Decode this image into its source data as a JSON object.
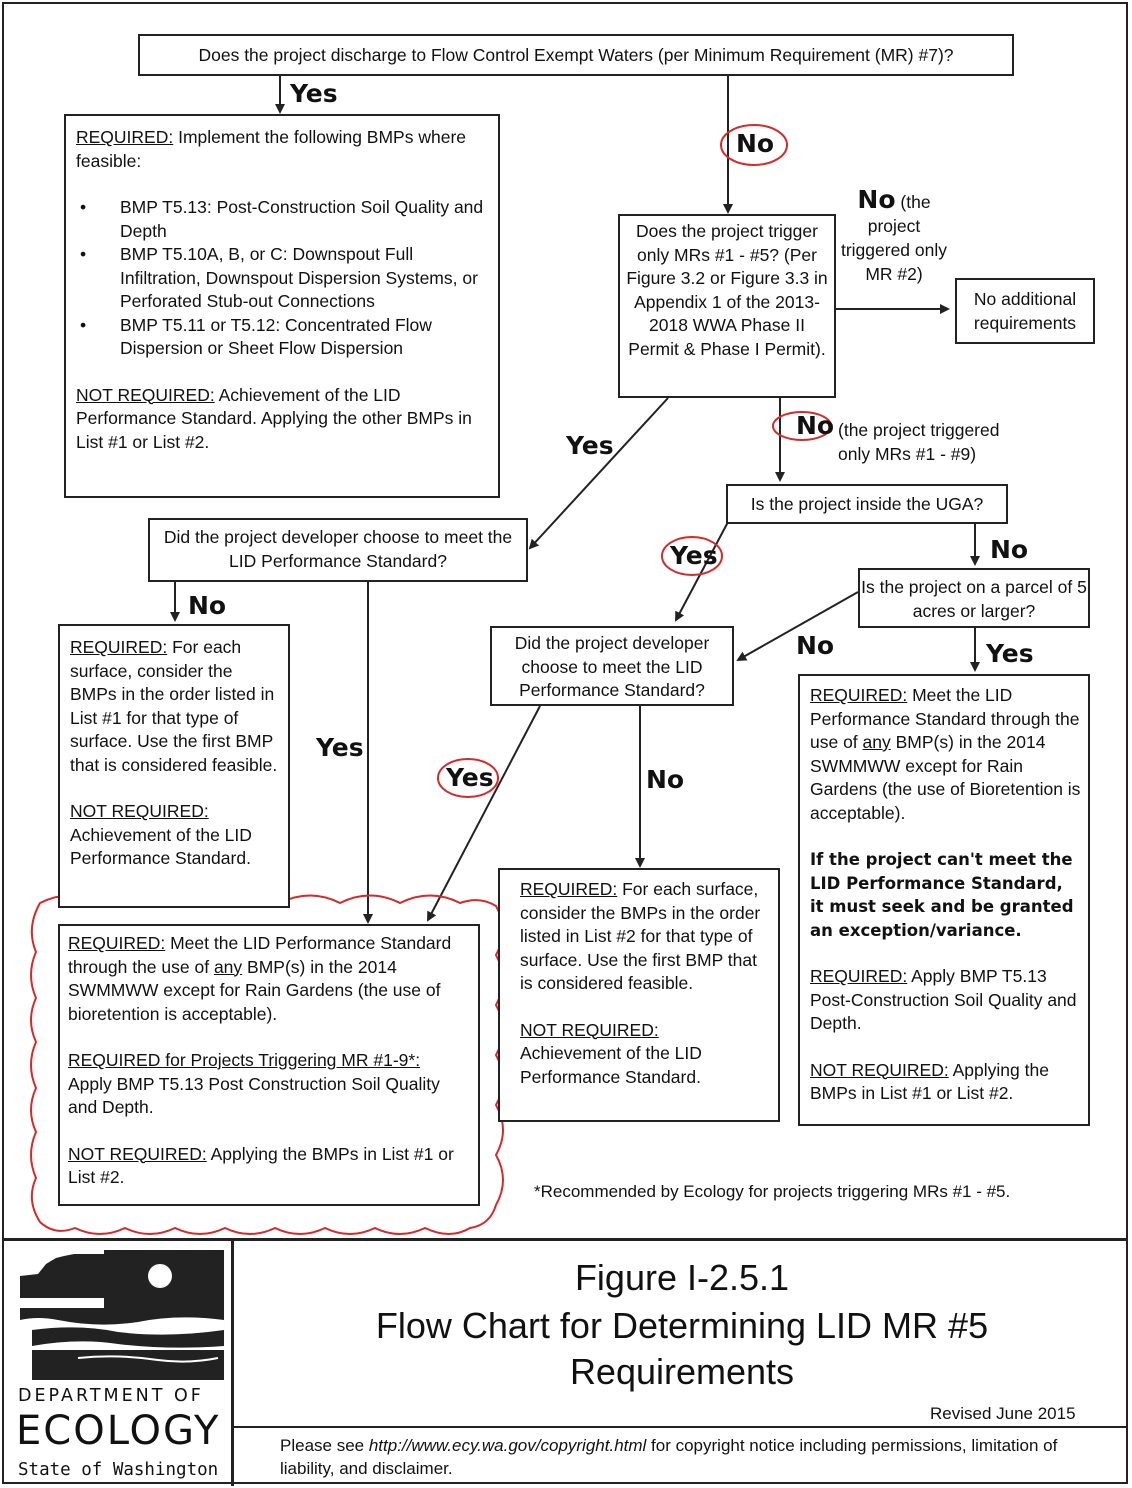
{
  "q1": "Does the project discharge to Flow Control Exempt Waters (per Minimum Requirement (MR) #7)?",
  "labels": {
    "yes1": "Yes",
    "no1": "No",
    "no2_bold": "No",
    "no2_rest": "(the project triggered only MR #2)",
    "no3": "No",
    "no3_rest": "(the project triggered only MRs #1 - #9)",
    "yes2": "Yes",
    "yes_uga": "Yes",
    "no_uga": "No",
    "no_dev1": "No",
    "yes_dev1": "Yes",
    "no_parcel": "No",
    "yes_parcel": "Yes",
    "yes_dev2": "Yes",
    "no_dev2": "No"
  },
  "box_exempt": {
    "req_label": "REQUIRED:",
    "req_text": " Implement the following BMPs where feasible:",
    "bullets": [
      "BMP T5.13: Post-Construction Soil Quality and Depth",
      "BMP T5.10A, B, or C: Downspout Full Infiltration, Downspout Dispersion Systems, or Perforated Stub-out Connections",
      "BMP T5.11 or T5.12: Concentrated Flow Dispersion or Sheet Flow Dispersion"
    ],
    "notreq_label": "NOT REQUIRED:",
    "notreq_text": " Achievement of the LID Performance Standard. Applying the other BMPs in List #1 or List #2."
  },
  "q2": "Does the project trigger only MRs #1 - #5? (Per Figure 3.2 or Figure 3.3 in Appendix 1 of the 2013-2018 WWA Phase II Permit & Phase I Permit).",
  "no_additional": "No additional requirements",
  "q_uga": "Is the project inside the UGA?",
  "q_dev1": "Did the project developer choose to meet the LID Performance Standard?",
  "q_parcel": "Is the project on a parcel of 5 acres or larger?",
  "q_dev2": "Did the project developer choose to meet the LID Performance Standard?",
  "box_list1": {
    "req_label": "REQUIRED:",
    "req_text": " For each surface, consider the BMPs in the order listed in List #1 for that type of surface. Use the first BMP that is considered feasible.",
    "notreq_label": "NOT REQUIRED:",
    "notreq_text": "Achievement of the LID Performance Standard."
  },
  "box_meet": {
    "req_label": "REQUIRED:",
    "req_a": " Meet the LID Performance Standard through the use of ",
    "req_any": "any",
    "req_b": " BMP(s) in the 2014 SWMMWW except for Rain Gardens (the use of bioretention is acceptable).",
    "req2_label": "REQUIRED for Projects Triggering MR #1-9*:",
    "req2_text": "Apply BMP T5.13 Post Construction Soil Quality and Depth.",
    "notreq_label": "NOT REQUIRED:",
    "notreq_text": " Applying the BMPs in List #1 or List #2."
  },
  "box_list2": {
    "req_label": "REQUIRED:",
    "req_text": " For each surface, consider the BMPs in the order listed in List #2 for that type of surface. Use the first BMP that is considered feasible.",
    "notreq_label": "NOT REQUIRED:",
    "notreq_text": "Achievement of the LID Performance Standard."
  },
  "box_large": {
    "req_label": "REQUIRED:",
    "req_a": " Meet the LID Performance Standard through the use of ",
    "req_any": "any",
    "req_b": " BMP(s) in the 2014 SWMMWW except for Rain Gardens (the use of Bioretention is acceptable).",
    "bold_text": "If the project can't meet the LID Performance Standard, it must seek and be granted an exception/variance.",
    "req2_label": "REQUIRED:",
    "req2_text": " Apply BMP T5.13 Post-Construction Soil Quality and Depth.",
    "notreq_label": "NOT REQUIRED:",
    "notreq_text": " Applying the BMPs in List #1 or List #2."
  },
  "footnote": "*Recommended by Ecology for projects triggering MRs #1 - #5.",
  "footer": {
    "dept_of": "DEPARTMENT OF",
    "ecology": "ECOLOGY",
    "state": "State of Washington",
    "fig_num": "Figure I-2.5.1",
    "fig_title1": "Flow Chart for Determining LID MR #5",
    "fig_title2": "Requirements",
    "revised": "Revised June 2015",
    "notice_a": "Please see ",
    "notice_url": "http://www.ecy.wa.gov/copyright.html",
    "notice_b": " for copyright notice including permissions, limitation of liability, and disclaimer."
  },
  "colors": {
    "highlight": "#d42a2a",
    "line": "#222222"
  }
}
